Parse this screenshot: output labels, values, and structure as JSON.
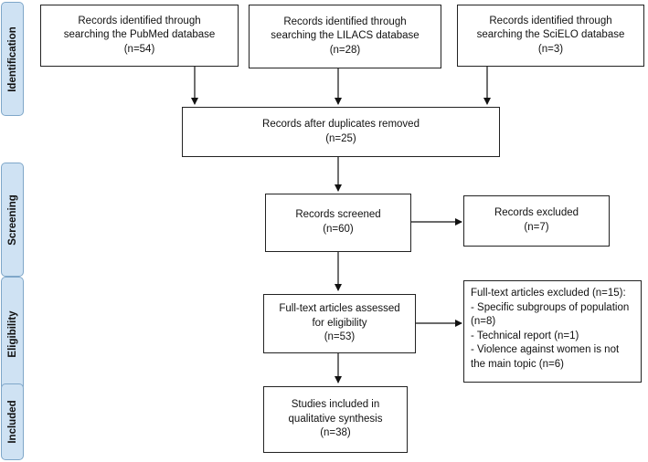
{
  "phases": {
    "identification": "Identification",
    "screening": "Screening",
    "eligibility": "Eligibility",
    "included": "Included"
  },
  "boxes": {
    "pubmed": "Records identified through\nsearching the PubMed database\n(n=54)",
    "lilacs": "Records identified through\nsearching the LILACS database\n(n=28)",
    "scielo": "Records identified through\nsearching the SciELO database\n(n=3)",
    "duplicates": "Records after duplicates removed\n(n=25)",
    "screened": "Records screened\n(n=60)",
    "excluded": "Records excluded\n(n=7)",
    "fulltext": "Full-text articles assessed\nfor eligibility\n(n=53)",
    "included": "Studies included in\nqualitative synthesis\n(n=38)"
  },
  "fulltext_excluded": {
    "title": "Full-text articles excluded (n=15):",
    "reasons": [
      "- Specific subgroups of population (n=8)",
      "- Technical report (n=1)",
      "- Violence against women is not the main topic (n=6)"
    ]
  },
  "colors": {
    "phase_fill": "#cfe2f3",
    "phase_border": "#7fa7c9",
    "box_border": "#222222"
  }
}
